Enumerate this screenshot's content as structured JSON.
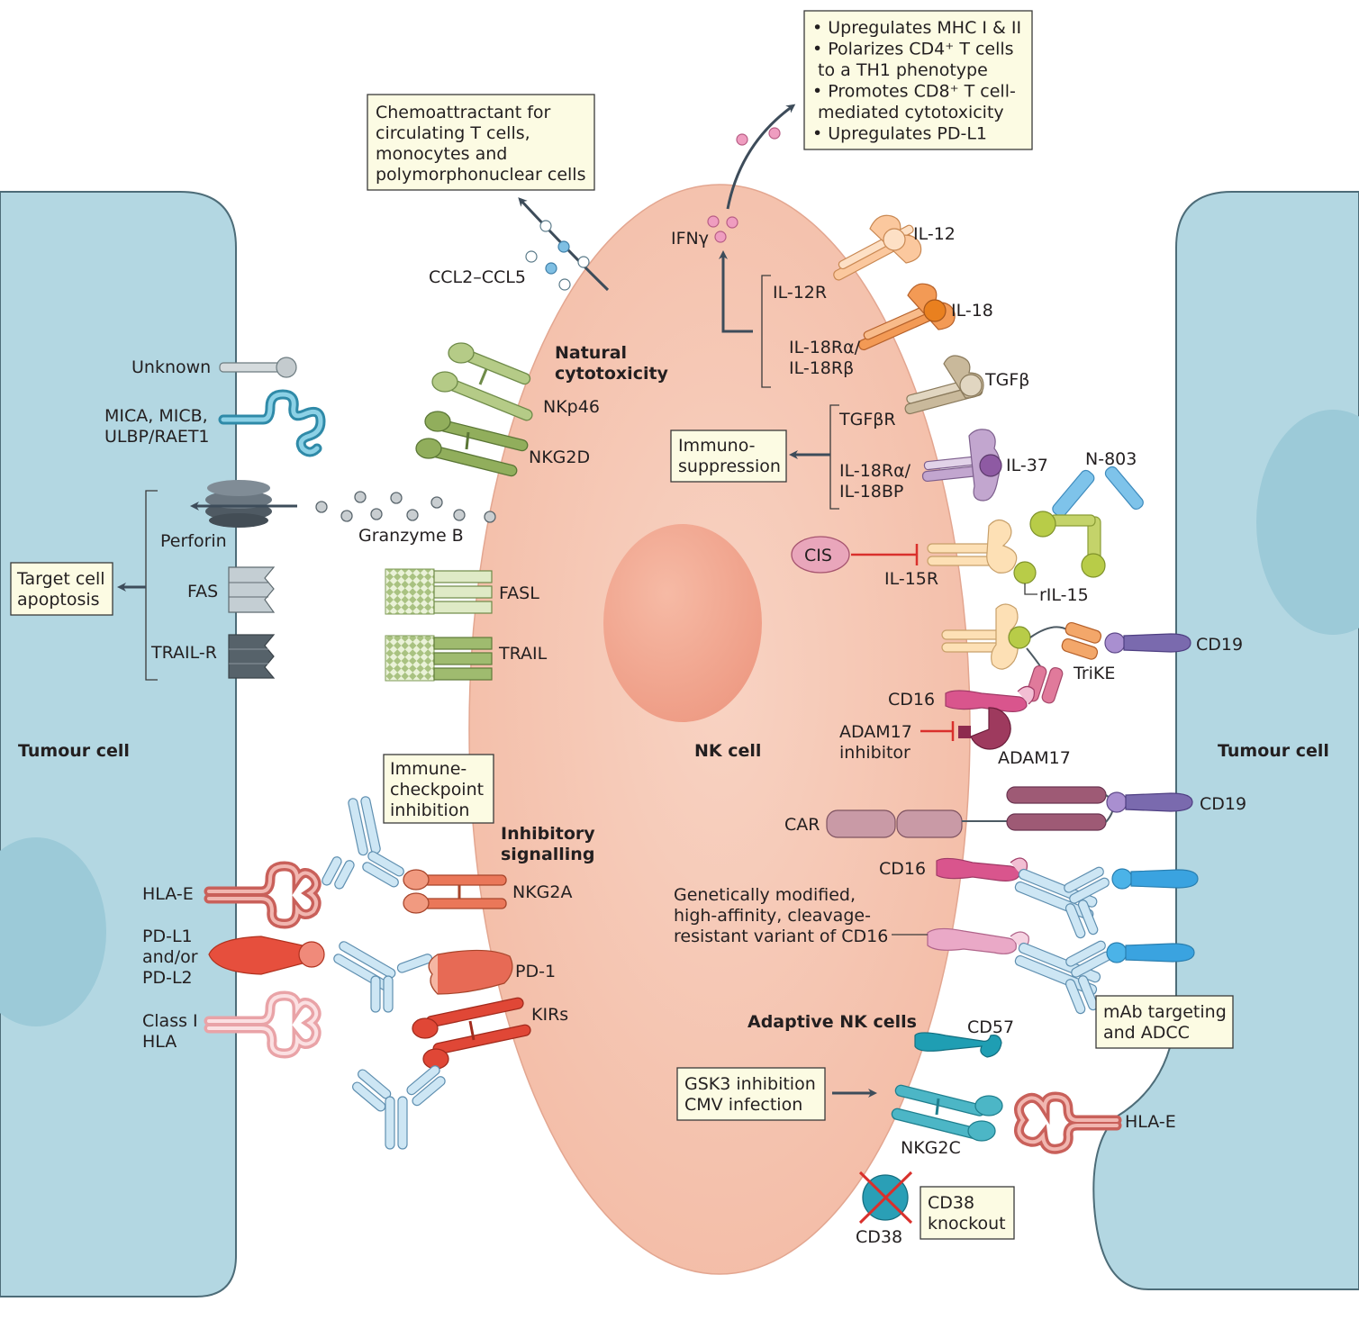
{
  "colors": {
    "tumour": "#b3d7e2",
    "tumour_stroke": "#4d6c78",
    "nk_cell": "#f6c5b2",
    "nucleus": "#f2a48d",
    "box_fill": "#fcfbe3",
    "inhibit": "#d9302c",
    "arrow": "#3d4c5a"
  },
  "labels": {
    "tumour_left": "Tumour cell",
    "tumour_right": "Tumour cell",
    "nk_cell": "NK cell",
    "natural_cytotoxicity": [
      "Natural",
      "cytotoxicity"
    ],
    "inhibitory_signalling": [
      "Inhibitory",
      "signalling"
    ],
    "adaptive_nk": "Adaptive NK cells",
    "unknown": "Unknown",
    "mica": [
      "MICA, MICB,",
      "ULBP/RAET1"
    ],
    "perforin": "Perforin",
    "granzyme": "Granzyme B",
    "fas": "FAS",
    "trail_r": "TRAIL-R",
    "fasl": "FASL",
    "trail": "TRAIL",
    "nkp46": "NKp46",
    "nkg2d": "NKG2D",
    "ccl": "CCL2–CCL5",
    "ifng": "IFNγ",
    "il12": "IL-12",
    "il12r": "IL-12R",
    "il18": "IL-18",
    "il18r": [
      "IL-18Rα/",
      "IL-18Rβ"
    ],
    "tgfb": "TGFβ",
    "tgfbr": "TGFβR",
    "il37": "IL-37",
    "il18bp": [
      "IL-18Rα/",
      "IL-18BP"
    ],
    "n803": "N-803",
    "cis": "CIS",
    "il15r": "IL-15R",
    "ril15": "rIL-15",
    "cd19_a": "CD19",
    "trike": "TriKE",
    "cd16_a": "CD16",
    "adam17_inhibitor": [
      "ADAM17",
      "inhibitor"
    ],
    "adam17": "ADAM17",
    "car": "CAR",
    "cd19_b": "CD19",
    "cd16_b": "CD16",
    "gm_cd16": [
      "Genetically modified,",
      "high-affinity, cleavage-",
      "resistant variant of CD16"
    ],
    "cd57": "CD57",
    "nkg2c": "NKG2C",
    "hla_e_right": "HLA-E",
    "cd38": "CD38",
    "hla_e_left": "HLA-E",
    "pdl": [
      "PD-L1",
      "and/or",
      "PD-L2"
    ],
    "class1": [
      "Class I",
      "HLA"
    ],
    "nkg2a": "NKG2A",
    "pd1": "PD-1",
    "kirs": "KIRs"
  },
  "boxes": {
    "chemo": [
      "Chemoattractant for",
      "circulating T cells,",
      "monocytes and",
      "polymorphonuclear cells"
    ],
    "ifn_effects": [
      "• Upregulates MHC I & II",
      "• Polarizes CD4⁺ T cells",
      "   to a TH1 phenotype",
      "• Promotes CD8⁺ T cell-",
      "   mediated cytotoxicity",
      "• Upregulates PD-L1"
    ],
    "immunosuppression": [
      "Immuno-",
      "suppression"
    ],
    "target_apoptosis": [
      "Target cell",
      "apoptosis"
    ],
    "checkpoint": [
      "Immune-",
      "checkpoint",
      "inhibition"
    ],
    "mab": [
      "mAb targeting",
      "and ADCC"
    ],
    "gsk3": [
      "GSK3 inhibition",
      "CMV infection"
    ],
    "cd38_ko": [
      "CD38",
      "knockout"
    ]
  }
}
